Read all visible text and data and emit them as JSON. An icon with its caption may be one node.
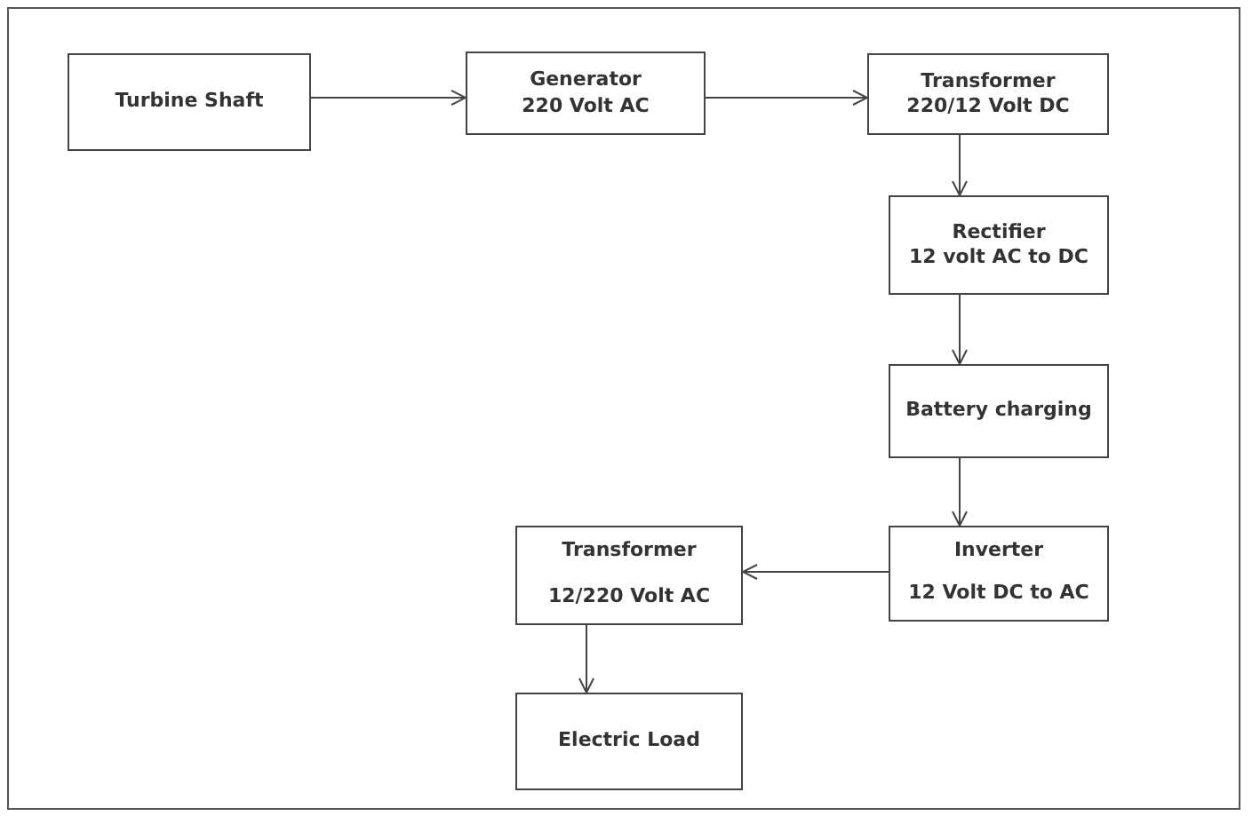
{
  "diagram": {
    "nodes": [
      {
        "text": [
          "Turbine Shaft"
        ]
      },
      {
        "text": [
          "Generator",
          "220 Volt AC"
        ]
      },
      {
        "text": [
          "Transformer",
          "220/12 Volt DC"
        ]
      },
      {
        "text": [
          "Rectifier",
          "12 volt AC to DC"
        ]
      },
      {
        "text": [
          "Battery charging"
        ]
      },
      {
        "text": [
          "Inverter",
          "12 Volt DC to AC"
        ]
      },
      {
        "text": [
          "Transformer",
          "12/220 Volt AC"
        ]
      },
      {
        "text": [
          "Electric Load"
        ]
      }
    ],
    "edges": [
      {
        "from": 0,
        "to": 1,
        "arrow": "to"
      },
      {
        "from": 1,
        "to": 2,
        "arrow": "to"
      },
      {
        "from": 2,
        "to": 3,
        "arrow": "to"
      },
      {
        "from": 3,
        "to": 4,
        "arrow": "to"
      },
      {
        "from": 4,
        "to": 5,
        "arrow": "to"
      },
      {
        "from": 5,
        "to": 6,
        "arrow": "to"
      },
      {
        "from": 6,
        "to": 7,
        "arrow": "to"
      }
    ]
  }
}
